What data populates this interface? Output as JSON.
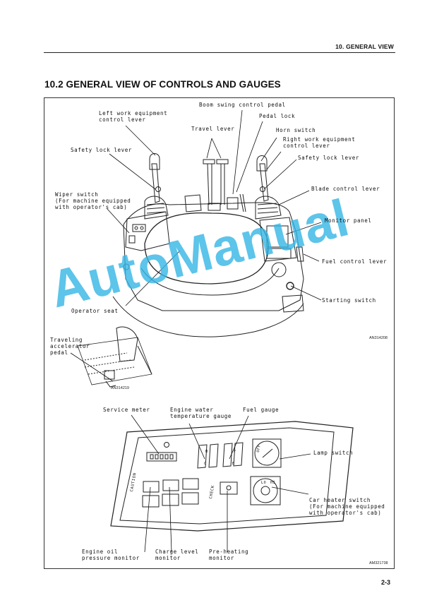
{
  "header": {
    "section": "10. GENERAL VIEW"
  },
  "page_title": "10.2 GENERAL VIEW OF CONTROLS AND GAUGES",
  "top_diagram": {
    "labels": {
      "left_work_lever": "Left work equipment\ncontrol lever",
      "boom_swing_pedal": "Boom swing control pedal",
      "pedal_lock": "Pedal lock",
      "travel_lever": "Travel lever",
      "horn_switch": "Horn switch",
      "right_work_lever": "Right work equipment\ncontrol lever",
      "safety_lock_left": "Safety lock lever",
      "safety_lock_right": "Safety lock lever",
      "blade_lever": "Blade control lever",
      "wiper_switch": "Wiper switch\n(For machine equipped\nwith operator's cab)",
      "monitor_panel": "Monitor panel",
      "fuel_lever": "Fuel control lever",
      "starting_switch": "Starting switch",
      "operator_seat": "Operator seat",
      "travel_pedal": "Traveling\naccelerator\npedal"
    },
    "codes": {
      "main": "AN314208",
      "inset": "AN314219"
    }
  },
  "bottom_diagram": {
    "labels": {
      "service_meter": "Service meter",
      "water_temp": "Engine water\ntemperature gauge",
      "fuel_gauge": "Fuel gauge",
      "lamp_switch": "Lamp switch",
      "car_heater": "Car heater switch\n(For machine equipped\nwith operator's cab)",
      "oil_pressure": "Engine oil\npressure monitor",
      "charge_level": "Charge level\nmonitor",
      "preheating": "Pre-heating\nmonitor"
    },
    "panel_text": {
      "caution": "CAUTION",
      "check": "CHECK",
      "off": "OFF",
      "hi": "HI",
      "lo": "LO",
      "h": "H",
      "c": "C",
      "f": "F",
      "e": "E"
    },
    "code": "AM321738"
  },
  "watermark": "AutoManual",
  "page_number": "2-3"
}
